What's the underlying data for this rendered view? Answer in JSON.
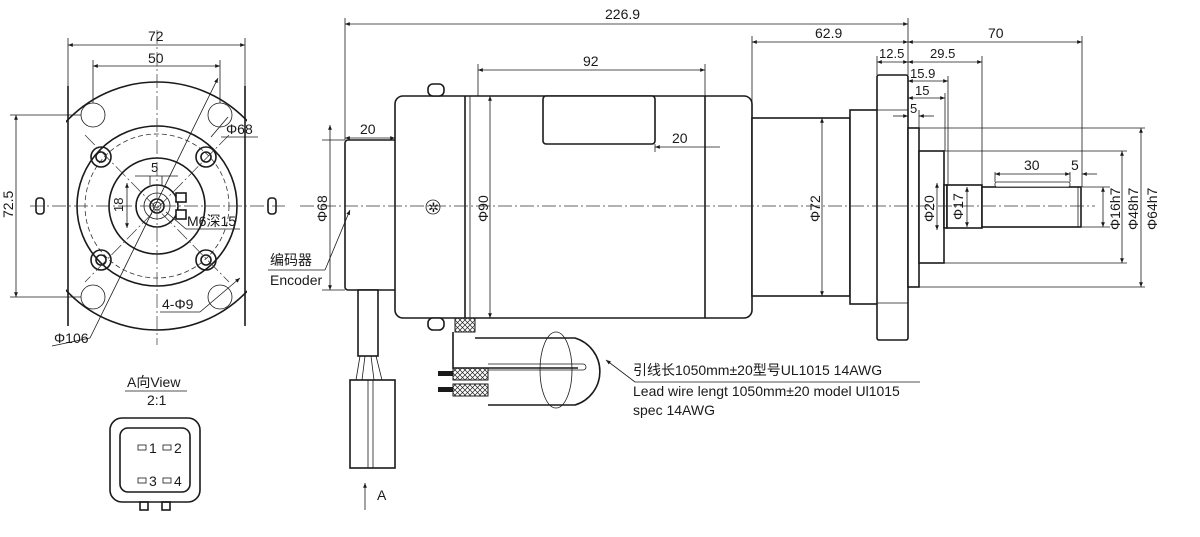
{
  "front_view": {
    "dim_width": "72",
    "dim_hole_spacing": "50",
    "dim_height": "72.5",
    "dim_pcd_inner": "Φ68",
    "dim_key": "5",
    "dim_shaft_height": "18",
    "thread": "M6深15",
    "holes": "4-Φ9",
    "dim_outer": "Φ106"
  },
  "a_view": {
    "title": "A向View",
    "scale": "2:1",
    "pins": [
      "1",
      "2",
      "3",
      "4"
    ]
  },
  "side_view": {
    "overall_length": "226.9",
    "gearbox_length": "62.9",
    "shaft_length": "70",
    "body_length": "92",
    "flange_thickness": "12.5",
    "shaft_step": "29.5",
    "dim_15_9": "15.9",
    "dim_15": "15",
    "dim_5_pilot": "5",
    "encoder_length": "20",
    "box_length": "20",
    "key_length": "30",
    "key_offset": "5",
    "encoder_diameter": "Φ68",
    "body_diameter": "Φ90",
    "gearbox_diameter": "Φ72",
    "collar_diameter": "Φ20",
    "step_diameter": "Φ17",
    "shaft_diameter": "Φ16h7",
    "boss_diameter": "Φ48h7",
    "pilot_diameter": "Φ64h7",
    "encoder_label_cn": "编码器",
    "encoder_label_en": "Encoder",
    "view_arrow": "A"
  },
  "lead_wire": {
    "cn": "引线长1050mm±20型号UL1015 14AWG",
    "en_line1": "Lead wire lengt 1050mm±20  model Ul1015",
    "en_line2": "spec 14AWG"
  }
}
